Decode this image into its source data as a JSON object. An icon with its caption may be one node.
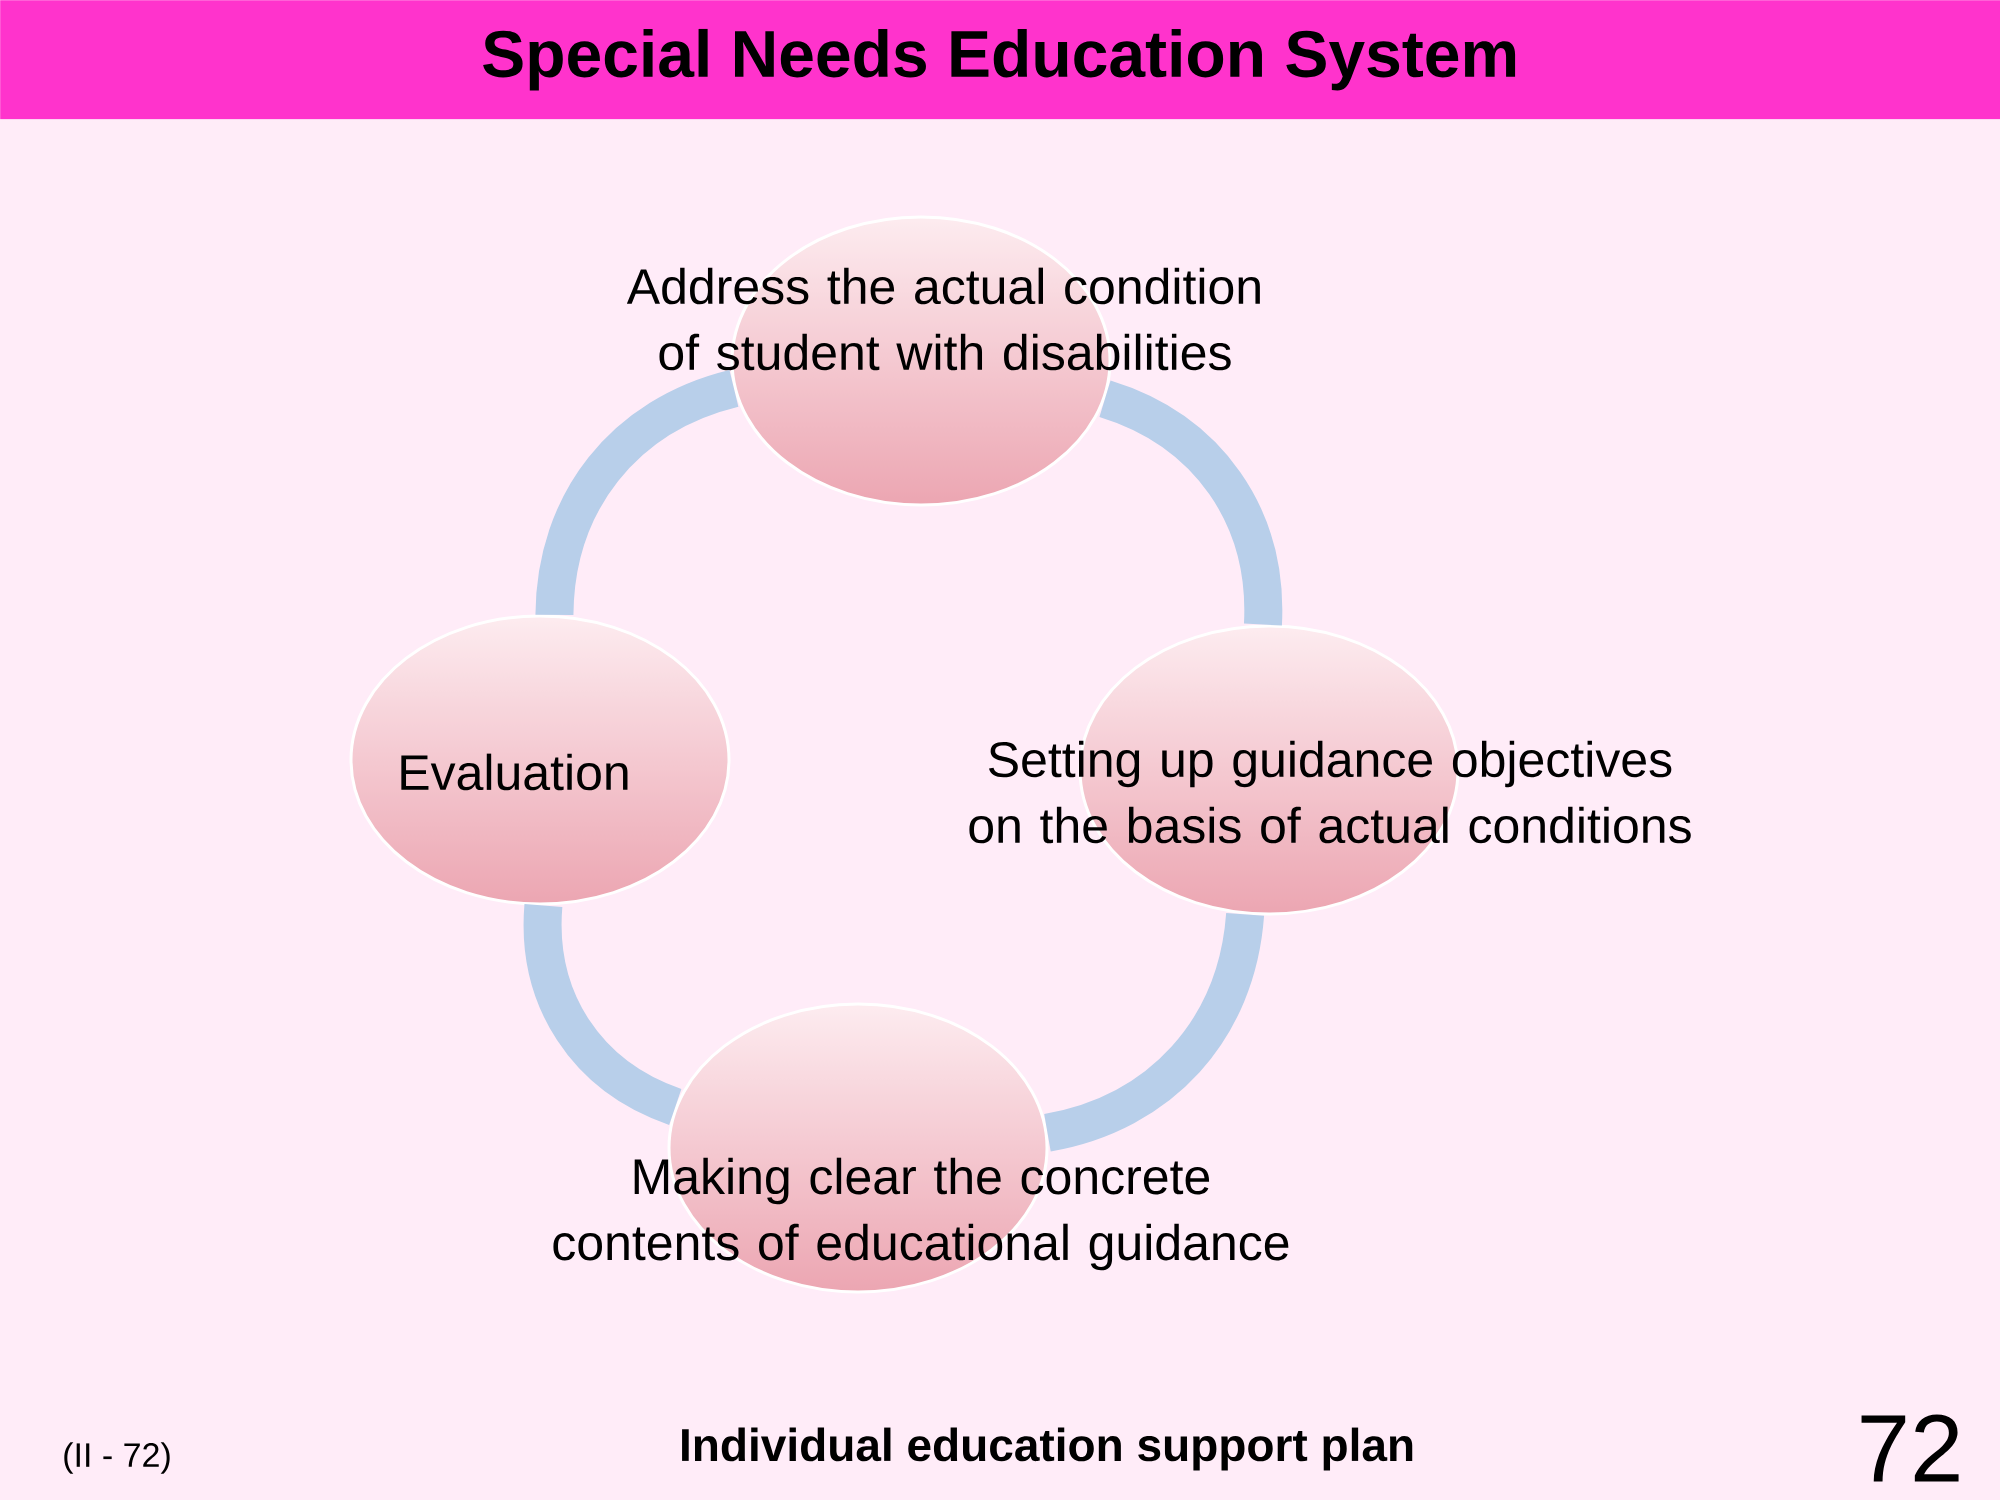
{
  "diagram": {
    "title": "Special Needs Education System",
    "caption": "Individual education support plan",
    "nodes": [
      {
        "text": [
          "Address the actual condition of student with disabilities"
        ]
      },
      {
        "text": [
          "Setting up guidance objectives on the basis of actual conditions"
        ]
      },
      {
        "text": [
          "Making clear the concrete contents of educational guidance"
        ]
      },
      {
        "text": [
          "Evaluation"
        ]
      }
    ],
    "edges": [
      {
        "from": 0,
        "to": 1,
        "arrow": "none"
      },
      {
        "from": 1,
        "to": 2,
        "arrow": "none"
      },
      {
        "from": 2,
        "to": 3,
        "arrow": "none"
      },
      {
        "from": 3,
        "to": 0,
        "arrow": "none"
      }
    ],
    "labels": [
      "(II - 72)",
      "72"
    ]
  }
}
